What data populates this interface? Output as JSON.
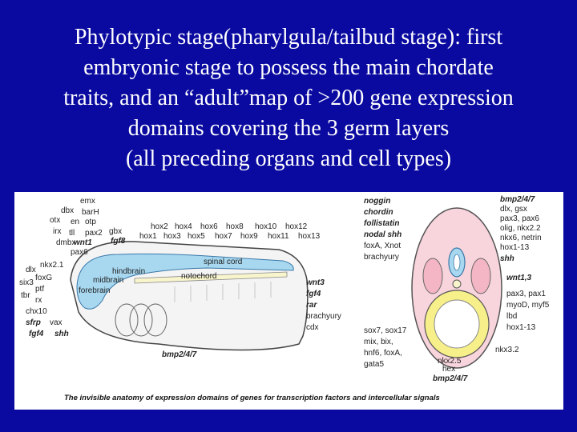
{
  "title": {
    "lines": [
      "Phylotypic stage(pharylgula/tailbud stage): first",
      "embryonic stage to possess the main chordate",
      "traits, and an “adult”map of >200 gene expression",
      "domains covering the 3 germ layers",
      "(all preceding organs and cell types)"
    ]
  },
  "figure": {
    "caption": "The invisible anatomy of expression domains of genes for transcription factors and intercellular signals",
    "embryo": {
      "structures": {
        "forebrain": "forebrain",
        "midbrain": "midbrain",
        "hindbrain": "hindbrain",
        "spinal_cord": "spinal cord",
        "notochord": "notochord"
      },
      "top_genes_left": [
        "emx",
        "dbx",
        "barH",
        "otx",
        "en",
        "otp",
        "irx",
        "tll",
        "pax2",
        "gbx",
        "dmbx",
        "wnt1",
        "pax6",
        "fgf8"
      ],
      "hox_row1": [
        "hox2",
        "hox4",
        "hox6",
        "hox8",
        "hox10",
        "hox12"
      ],
      "hox_row2": [
        "hox1",
        "hox3",
        "hox5",
        "hox7",
        "hox9",
        "hox11",
        "hox13"
      ],
      "left_genes": [
        "dlx",
        "nkx2.1",
        "six3",
        "foxG",
        "tbr",
        "ptf",
        "rx",
        "chx10",
        "sfrp",
        "vax",
        "fgf4",
        "shh"
      ],
      "tail_genes": [
        "wnt3",
        "fgf4",
        "rar",
        "brachyury",
        "cdx"
      ],
      "bottom_gene": "bmp2/4/7"
    },
    "cross_section": {
      "left_genes": [
        "noggin",
        "chordin",
        "follistatin",
        "nodal shh",
        "foxA, Xnot",
        "brachyury"
      ],
      "right_top": [
        "bmp2/4/7",
        "dlx, gsx",
        "pax3, pax6",
        "olig, nkx2.2",
        "nkx6, netrin",
        "hox1-13",
        "shh"
      ],
      "right_mid": [
        "wnt1,3",
        "pax3, pax1",
        "myoD, myf5",
        "lbd",
        "hox1-13"
      ],
      "bottom_left": [
        "sox7, sox17",
        "mix, bix,",
        "hnf6, foxA,",
        "gata5"
      ],
      "bottom_center": [
        "nkx2.5",
        "hex",
        "bmp2/4/7"
      ],
      "bottom_right": "nkx3.2"
    }
  }
}
